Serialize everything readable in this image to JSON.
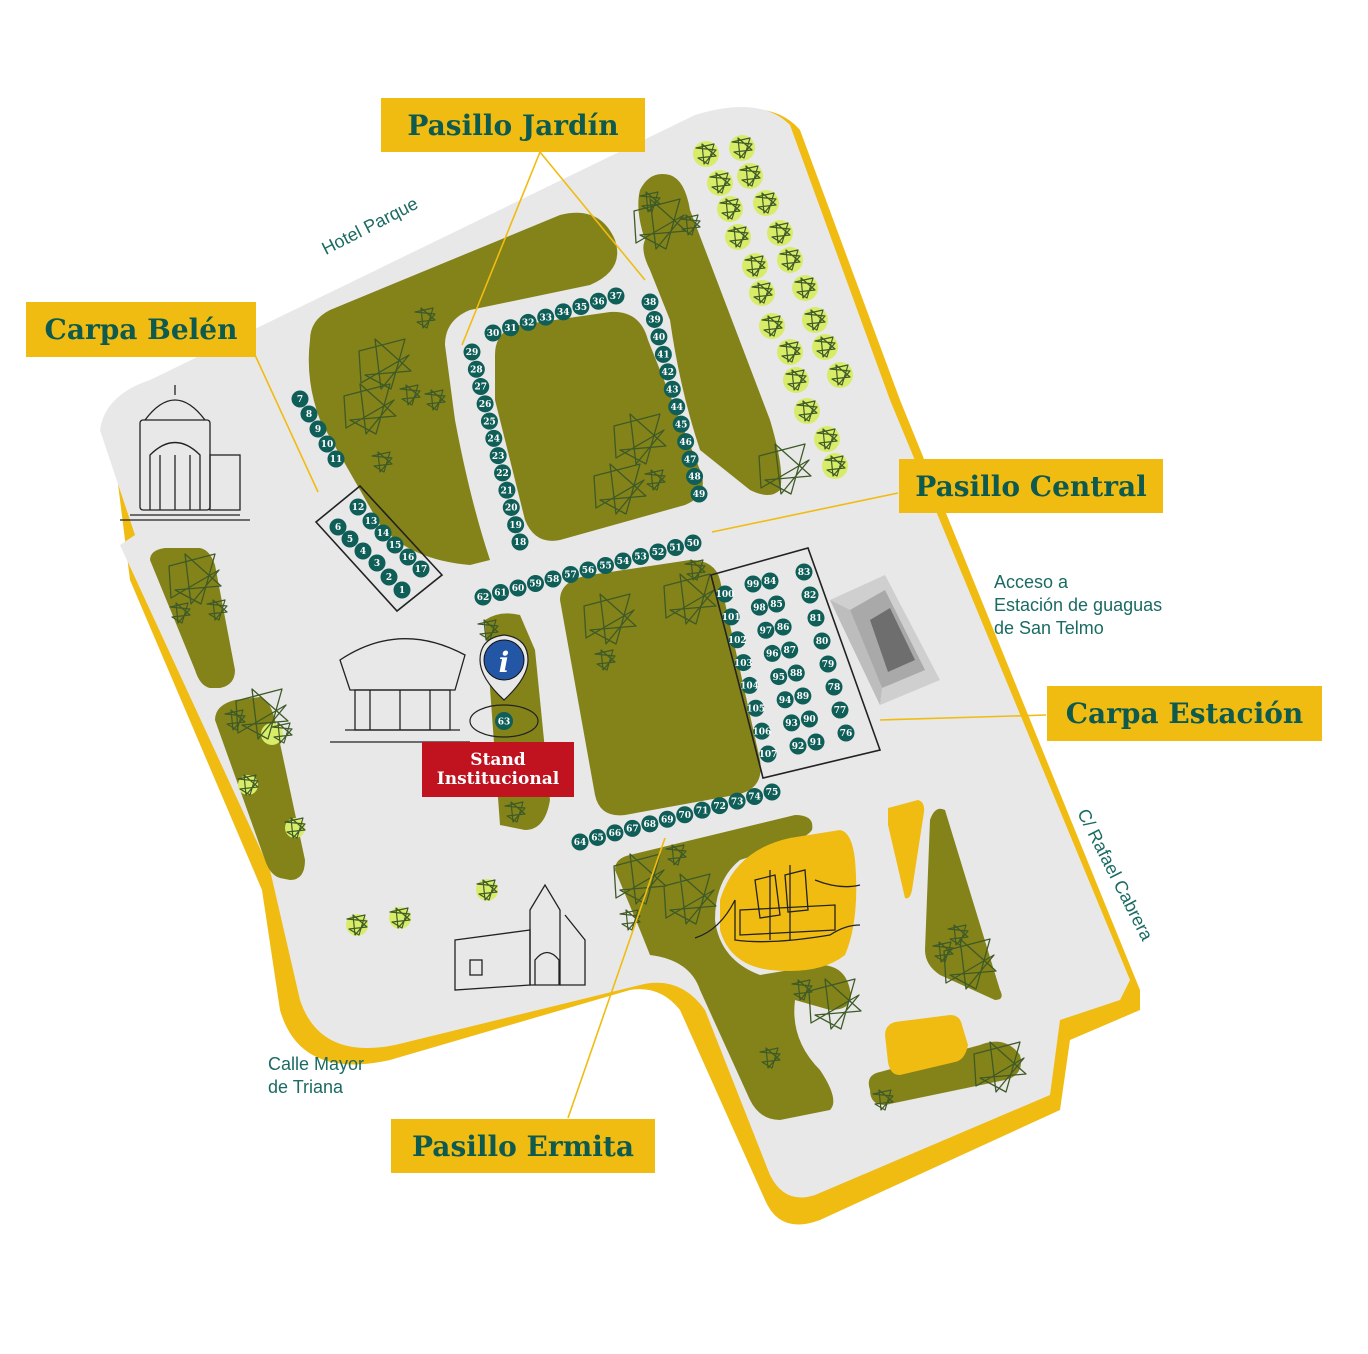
{
  "map": {
    "colors": {
      "ground": "#e8e8e8",
      "border": "#f0bc12",
      "park": "#84831a",
      "tree_stroke": "#3e5a26",
      "tree_highlight": "#d8ec6a",
      "stall": "#0f5e58",
      "label_bg": "#f0bc12",
      "label_text": "#0f5a4f",
      "street_text": "#1a6b63",
      "stand_bg": "#c0131f",
      "info_pin": "#2356a5"
    },
    "zone_labels": {
      "pasillo_jardin": "Pasillo Jardín",
      "carpa_belen": "Carpa Belén",
      "pasillo_central": "Pasillo Central",
      "carpa_estacion": "Carpa Estación",
      "pasillo_ermita": "Pasillo Ermita"
    },
    "streets": {
      "hotel_parque": "Hotel Parque",
      "acceso_line1": "Acceso a",
      "acceso_line2": "Estación de guaguas",
      "acceso_line3": "de San Telmo",
      "rafael_cabrera": "C/ Rafael Cabrera",
      "triana_line1": "Calle Mayor",
      "triana_line2": "de Triana"
    },
    "stand_institucional": {
      "line1": "Stand",
      "line2": "Institucional",
      "number": "63",
      "info_icon": "i"
    },
    "stalls": {
      "carpa_belen_box": [
        "1",
        "2",
        "3",
        "4",
        "5",
        "6",
        "12",
        "13",
        "14",
        "15",
        "16",
        "17"
      ],
      "carpa_belen_row": [
        "7",
        "8",
        "9",
        "10",
        "11"
      ],
      "pasillo_jardin_left": [
        "18",
        "19",
        "20",
        "21",
        "22",
        "23",
        "24",
        "25",
        "26",
        "27",
        "28",
        "29"
      ],
      "pasillo_jardin_top": [
        "30",
        "31",
        "32",
        "33",
        "34",
        "35",
        "36",
        "37"
      ],
      "pasillo_jardin_right": [
        "38",
        "39",
        "40",
        "41",
        "42",
        "43",
        "44",
        "45",
        "46",
        "47",
        "48",
        "49"
      ],
      "pasillo_central": [
        "50",
        "51",
        "52",
        "53",
        "54",
        "55",
        "56",
        "57",
        "58",
        "59",
        "60",
        "61",
        "62"
      ],
      "pasillo_ermita": [
        "64",
        "65",
        "66",
        "67",
        "68",
        "69",
        "70",
        "71",
        "72",
        "73",
        "74",
        "75"
      ],
      "carpa_estacion_right": [
        "76",
        "77",
        "78",
        "79",
        "80",
        "81",
        "82",
        "83"
      ],
      "carpa_estacion_mid_a": [
        "84",
        "85",
        "86",
        "87",
        "88",
        "89",
        "90",
        "91"
      ],
      "carpa_estacion_mid_b": [
        "92",
        "93",
        "94",
        "95",
        "96",
        "97",
        "98",
        "99"
      ],
      "carpa_estacion_left": [
        "100",
        "101",
        "102",
        "103",
        "104",
        "105",
        "106",
        "107"
      ]
    }
  }
}
